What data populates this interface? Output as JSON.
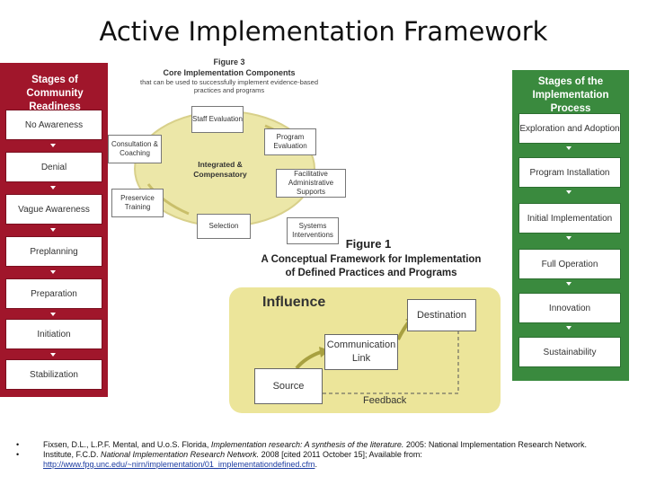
{
  "title": "Active Implementation Framework",
  "readiness": {
    "header": "Stages of Community Readiness",
    "stages": [
      "No Awareness",
      "Denial",
      "Vague Awareness",
      "Preplanning",
      "Preparation",
      "Initiation",
      "Stabilization"
    ]
  },
  "process": {
    "header": "Stages of the Implementation Process",
    "stages": [
      "Exploration and Adoption",
      "Program Installation",
      "Initial Implementation",
      "Full Operation",
      "Innovation",
      "Sustainability"
    ]
  },
  "figure3": {
    "label": "Figure 3",
    "title": "Core Implementation Components",
    "subtitle": "that can be used to successfully implement evidence-based practices and programs",
    "center": "Integrated & Compensatory",
    "components": {
      "staff": "Staff Evaluation",
      "program": "Program Evaluation",
      "facilitative": "Facilitative Administrative Supports",
      "systems": "Systems Interventions",
      "selection": "Selection",
      "preservice": "Preservice Training",
      "consultation": "Consultation & Coaching"
    }
  },
  "figure1": {
    "label": "Figure 1",
    "title": "A Conceptual Framework for Implementation of Defined Practices and Programs"
  },
  "influence": {
    "label": "Influence",
    "destination": "Destination",
    "communication": "Communication Link",
    "source": "Source",
    "feedback": "Feedback"
  },
  "references": [
    {
      "bullet": "•",
      "before": "Fixsen, D.L., L.P.F. Mental, and U.o.S. Florida, ",
      "italic": "Implementation research: A synthesis of the literature.",
      "after": " 2005: National Implementation Research Network."
    },
    {
      "bullet": "•",
      "before": "Institute, F.C.D. ",
      "italic": "National Implementation Research Network.",
      "after": " 2008 [cited 2011 October 15]; Available from: ",
      "link": "http://www.fpg.unc.edu/~nirn/implementation/01_implementationdefined.cfm",
      "end": "."
    }
  ],
  "colors": {
    "red": "#a0162b",
    "green": "#3a8a3e",
    "yellow": "#ece59a",
    "cycle": "#ece7a8"
  }
}
